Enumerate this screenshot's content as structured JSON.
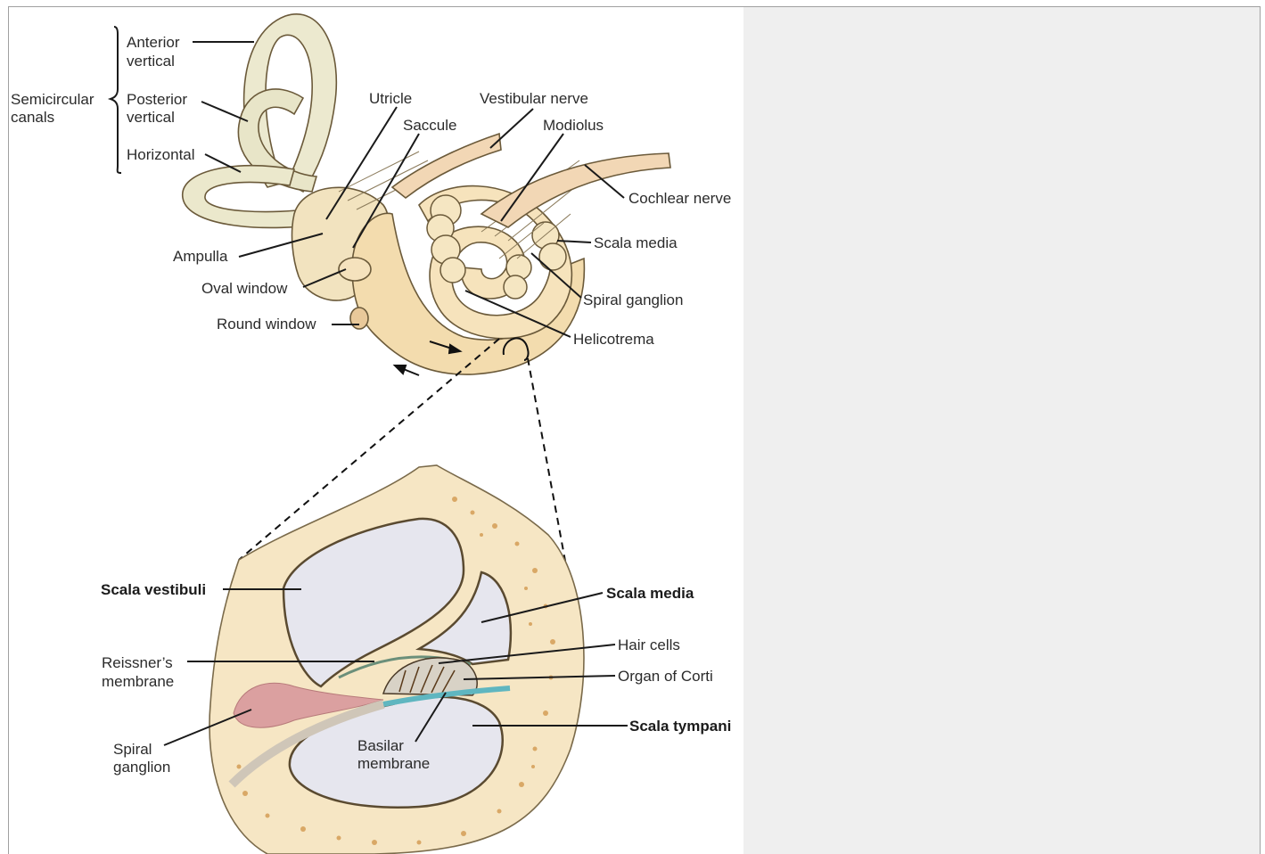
{
  "diagram": {
    "top_labels": {
      "semicircular_canals": [
        "Semicircular",
        "canals"
      ],
      "anterior_vertical": [
        "Anterior",
        "vertical"
      ],
      "posterior_vertical": [
        "Posterior",
        "vertical"
      ],
      "horizontal": "Horizontal",
      "utricle": "Utricle",
      "saccule": "Saccule",
      "vestibular_nerve": "Vestibular nerve",
      "modiolus": "Modiolus",
      "cochlear_nerve": "Cochlear nerve",
      "scala_media": "Scala media",
      "spiral_ganglion": "Spiral ganglion",
      "helicotrema": "Helicotrema",
      "ampulla": "Ampulla",
      "oval_window": "Oval window",
      "round_window": "Round window"
    },
    "bottom_labels": {
      "scala_vestibuli": "Scala vestibuli",
      "scala_media": "Scala media",
      "hair_cells": "Hair cells",
      "organ_of_corti": "Organ of Corti",
      "reissners_membrane": [
        "Reissner’s",
        "membrane"
      ],
      "scala_tympani": "Scala tympani",
      "spiral_ganglion": [
        "Spiral",
        "ganglion"
      ],
      "basilar_membrane": [
        "Basilar",
        "membrane"
      ]
    },
    "colors": {
      "canal_fill": "#ece9cf",
      "cochlea_fill": "#f3dcae",
      "bone_fill": "#f6e6c4",
      "bone_dots": "#d9a866",
      "chamber_fill": "#e6e6ee",
      "basilar": "#5fb6c0",
      "ganglion": "#dba0a0",
      "panel_bg": "#efefef"
    }
  }
}
